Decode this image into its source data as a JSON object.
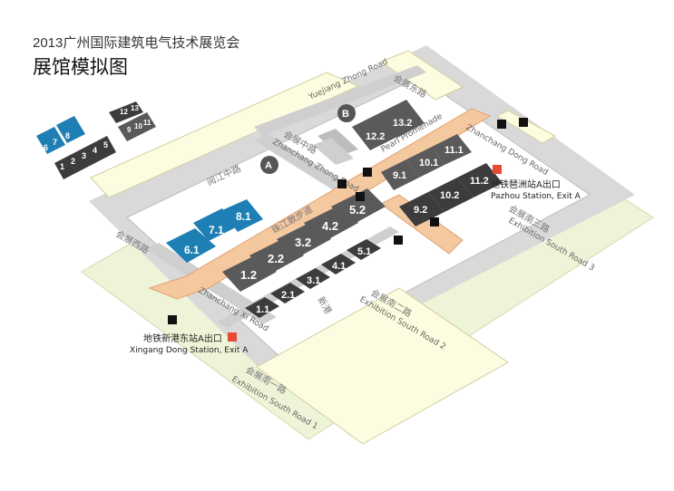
{
  "title": "2013广州国际建筑电气技术展览会",
  "subtitle": "展馆模拟图",
  "zones": [
    "A",
    "B"
  ],
  "roads": {
    "yuejiang_en": "Yuejiang Zhong Road",
    "yuejiang_cn": "阅江中路",
    "zhanchang_zhong_en": "Zhanchang Zhong Road",
    "zhanchang_zhong_cn": "会展中路",
    "zhanchang_dong_en": "Zhanchang Dong Road",
    "zhanchang_dong_cn": "会展东路",
    "zhanchang_xi_en": "Zhanchang Xi Road",
    "zhanchang_xi_cn": "会展西路",
    "exhibition_south3_en": "Exhibition South Road 3",
    "exhibition_south3_cn": "会展南三路",
    "exhibition_south2_en": "Exhibition South Road 2",
    "exhibition_south2_cn": "会展南二路",
    "exhibition_south1_en": "Exhibition South Road 1",
    "exhibition_south1_cn": "会展南一路",
    "pearl_en": "Pearl Promenade",
    "pearl_cn": "珠江散步道",
    "nan_cn": "新港"
  },
  "stations": {
    "pazhou_cn": "地铁琶洲站A出口",
    "pazhou_en": "Pazhou Station, Exit A",
    "xingang_cn": "地铁新港东站A出口",
    "xingang_en": "Xingang Dong Station, Exit A"
  },
  "halls": {
    "h1_1": "1.1",
    "h2_1": "2.1",
    "h3_1": "3.1",
    "h4_1": "4.1",
    "h5_1": "5.1",
    "h1_2": "1.2",
    "h2_2": "2.2",
    "h3_2": "3.2",
    "h4_2": "4.2",
    "h5_2": "5.2",
    "h6_1": "6.1",
    "h7_1": "7.1",
    "h8_1": "8.1",
    "h9_1": "9.1",
    "h10_1": "10.1",
    "h11_1": "11.1",
    "h9_2": "9.2",
    "h10_2": "10.2",
    "h11_2": "11.2",
    "h12_2": "12.2",
    "h13_2": "13.2"
  },
  "legend": {
    "left_row1": [
      "6",
      "7",
      "8"
    ],
    "left_row2": [
      "1",
      "2",
      "3",
      "4",
      "5"
    ],
    "right_row1": [
      "12",
      "13"
    ],
    "right_row2": [
      "9",
      "10",
      "11"
    ]
  },
  "colors": {
    "highlight_hall": "#1e7fb5",
    "dark_hall": "#3c3c3c",
    "promenade": "#f5c9a0",
    "road": "#d6d6d6",
    "green": "#eef4d8",
    "yellow": "#fdfce0"
  }
}
